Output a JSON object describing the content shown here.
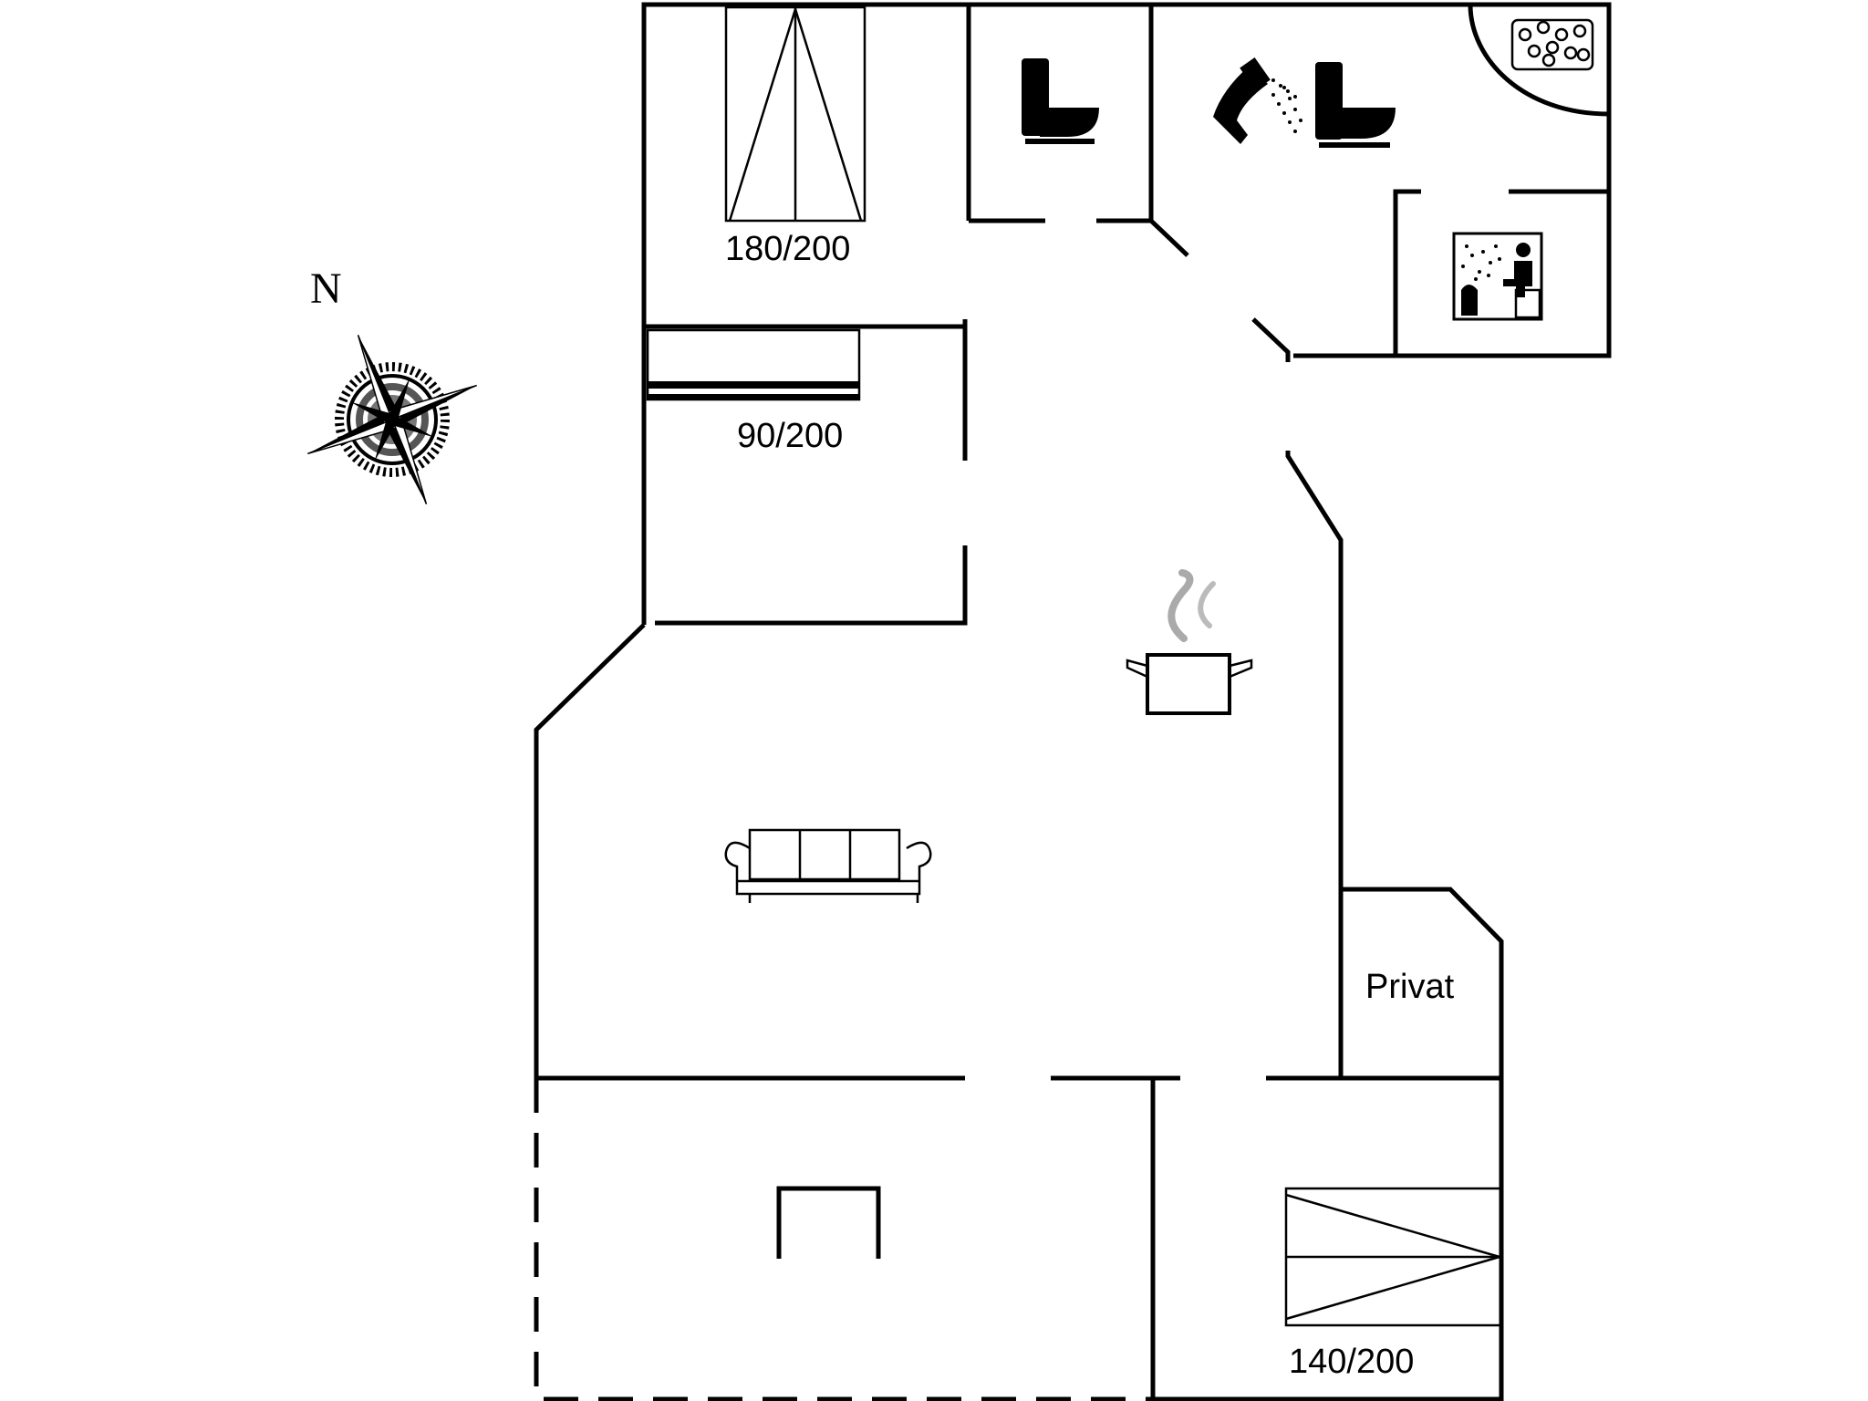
{
  "compass": {
    "north_label": "N"
  },
  "rooms": {
    "bedroom_1": {
      "bed_size": "180/200"
    },
    "bedroom_2": {
      "bed_size": "90/200"
    },
    "bedroom_3": {
      "bed_size": "140/200"
    },
    "private_room": {
      "label": "Privat"
    }
  },
  "icons": [
    "toilet-icon",
    "shower-icon",
    "whirlpool-icon",
    "sauna-icon",
    "cooking-pot-icon",
    "sofa-icon",
    "compass-rose-icon"
  ]
}
